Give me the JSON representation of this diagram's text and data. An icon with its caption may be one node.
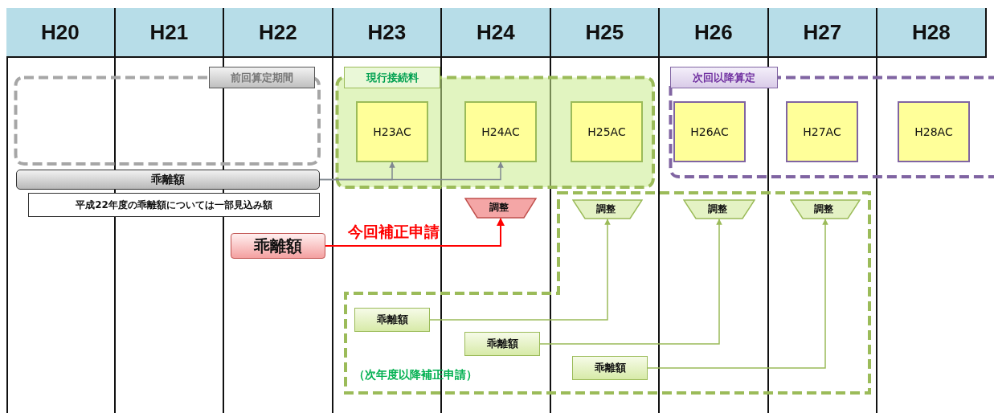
{
  "diagram": {
    "nodes": [
      {
        "text": [
          "前回算定期間"
        ]
      },
      {
        "text": [
          "乖離額"
        ]
      },
      {
        "text": [
          "平成22年度の乖離額については一部見込み額"
        ]
      },
      {
        "text": [
          "現行接続料"
        ]
      },
      {
        "text": [
          "H23AC"
        ],
        "in": 3
      },
      {
        "text": [
          "H24AC"
        ],
        "in": 3
      },
      {
        "text": [
          "H25AC"
        ],
        "in": 3
      },
      {
        "text": [
          "次回以降算定"
        ]
      },
      {
        "text": [
          "H26AC"
        ],
        "in": 7
      },
      {
        "text": [
          "H27AC"
        ],
        "in": 7
      },
      {
        "text": [
          "H28AC"
        ],
        "in": 7
      },
      {
        "text": [
          "調整"
        ]
      },
      {
        "text": [
          "乖離額"
        ]
      },
      {
        "text": [
          "（次年度以降補正申請）"
        ]
      },
      {
        "text": [
          "調整"
        ],
        "in": 13
      },
      {
        "text": [
          "調整"
        ],
        "in": 13
      },
      {
        "text": [
          "調整"
        ],
        "in": 13
      },
      {
        "text": [
          "乖離額"
        ],
        "in": 13
      },
      {
        "text": [
          "乖離額"
        ],
        "in": 13
      },
      {
        "text": [
          "乖離額"
        ],
        "in": 13
      }
    ],
    "edges": [
      {
        "from": 1,
        "to": 4,
        "arrow": "to",
        "color": "#808890"
      },
      {
        "from": 1,
        "to": 5,
        "arrow": "to",
        "color": "#808890"
      },
      {
        "from": 12,
        "to": 11,
        "arrow": "to",
        "label": "今回補正申請",
        "color": "#ff0000"
      },
      {
        "from": 17,
        "to": 14,
        "arrow": "to",
        "color": "#9bbb59"
      },
      {
        "from": 18,
        "to": 15,
        "arrow": "to",
        "color": "#9bbb59"
      },
      {
        "from": 19,
        "to": 16,
        "arrow": "to",
        "color": "#9bbb59"
      }
    ],
    "labels": [
      "H20",
      "H21",
      "H22",
      "H23",
      "H24",
      "H25",
      "H26",
      "H27",
      "H28"
    ]
  }
}
